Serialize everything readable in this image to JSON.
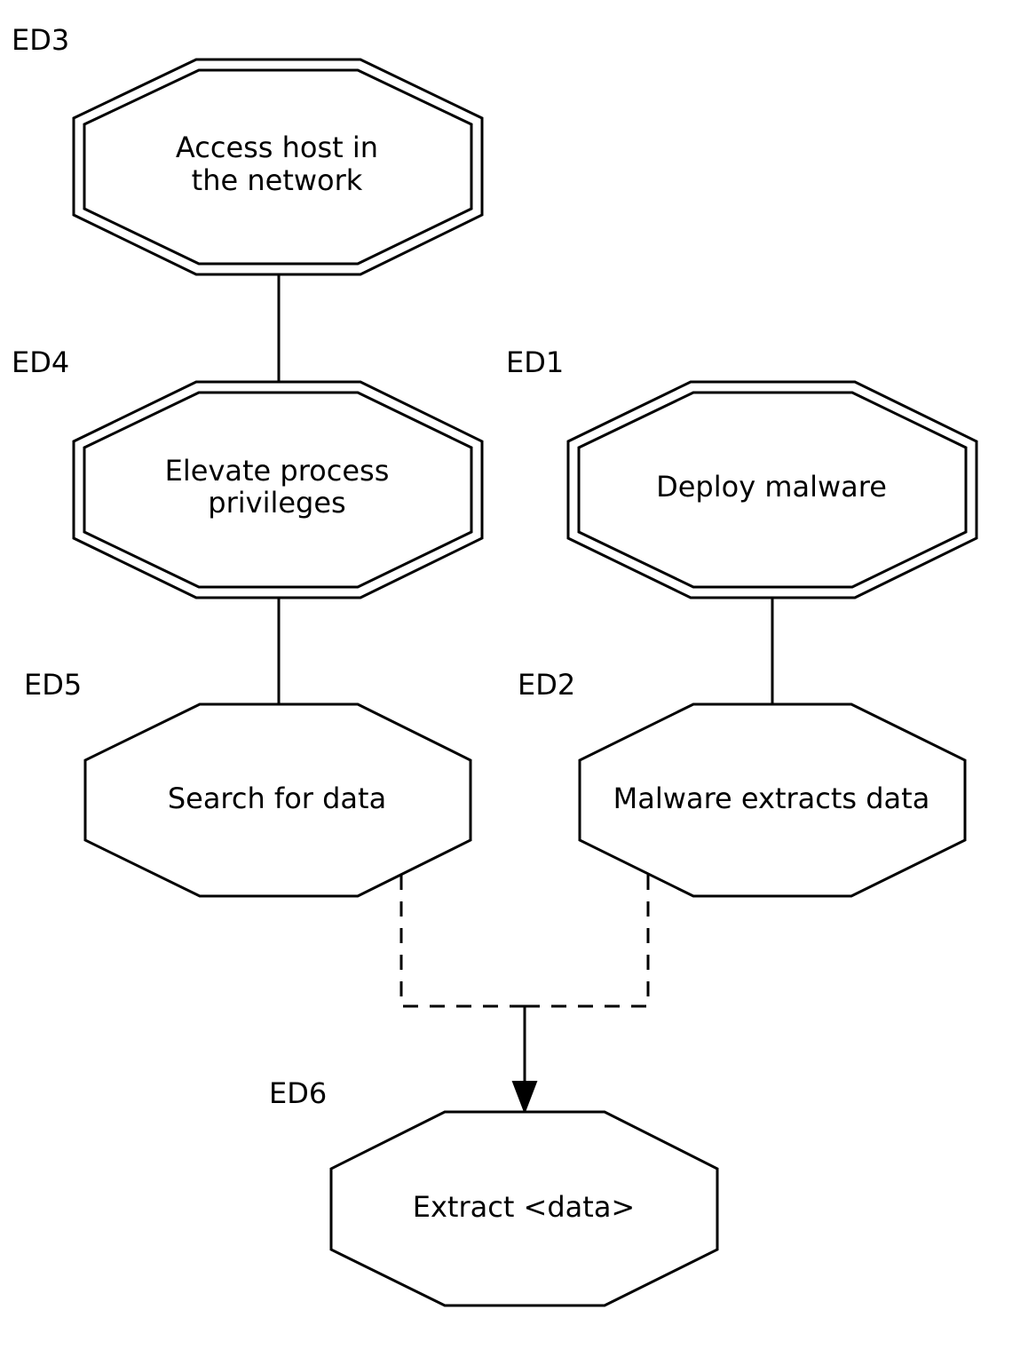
{
  "nodes": [
    {
      "key": "ed3",
      "id_label": "ED3",
      "lines": [
        "Access host in",
        "the network"
      ],
      "style": "double"
    },
    {
      "key": "ed4",
      "id_label": "ED4",
      "lines": [
        "Elevate process",
        "privileges"
      ],
      "style": "double"
    },
    {
      "key": "ed1",
      "id_label": "ED1",
      "lines": [
        "Deploy malware"
      ],
      "style": "double"
    },
    {
      "key": "ed5",
      "id_label": "ED5",
      "lines": [
        "Search for data"
      ],
      "style": "single"
    },
    {
      "key": "ed2",
      "id_label": "ED2",
      "lines": [
        "Malware extracts data"
      ],
      "style": "single"
    },
    {
      "key": "ed6",
      "id_label": "ED6",
      "lines": [
        "Extract <data>"
      ],
      "style": "filled",
      "fill": "#ff0000"
    }
  ],
  "edges": [
    {
      "from": "ED3",
      "to": "ED4",
      "style": "solid"
    },
    {
      "from": "ED4",
      "to": "ED5",
      "style": "solid"
    },
    {
      "from": "ED1",
      "to": "ED2",
      "style": "solid"
    },
    {
      "from": "ED5",
      "to": "ED6",
      "style": "dashed",
      "combined_with": "ED2"
    },
    {
      "from": "ED2",
      "to": "ED6",
      "style": "dashed",
      "combined_with": "ED5"
    }
  ]
}
